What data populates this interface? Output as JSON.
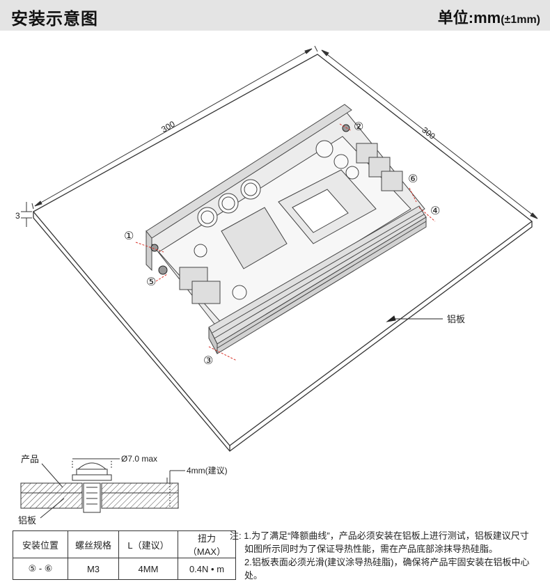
{
  "header": {
    "title": "安装示意图",
    "unit_label": "单位:mm",
    "tolerance": "(±1mm)"
  },
  "diagram": {
    "dim_width": "300",
    "dim_depth": "300",
    "dim_thickness": "3",
    "plate_label": "铝板",
    "markers": [
      "①",
      "②",
      "③",
      "④",
      "⑤",
      "⑥"
    ]
  },
  "detail": {
    "product_label": "产品",
    "plate_label": "铝板",
    "washer_dim": "Ø7.0 max",
    "screw_length": "4mm(建议)"
  },
  "spec_table": {
    "headers": [
      "安装位置",
      "螺丝规格",
      "L（建议）",
      "扭力（MAX）"
    ],
    "row": [
      "⑤ - ⑥",
      "M3",
      "4MM",
      "0.4N • m"
    ]
  },
  "notes": {
    "line1": "注: 1.为了满足“降额曲线”，产品必须安装在铝板上进行测试，铝板建议尺寸",
    "line1b": "如图所示同时为了保证导热性能，需在产品底部涂抹导热硅脂。",
    "line2": "2.铝板表面必须光滑(建议涂导热硅脂)，确保将产品牢固安装在铝板中心处。"
  },
  "colors": {
    "accent_red": "#d9342b",
    "header_bg": "#e4e4e4"
  }
}
